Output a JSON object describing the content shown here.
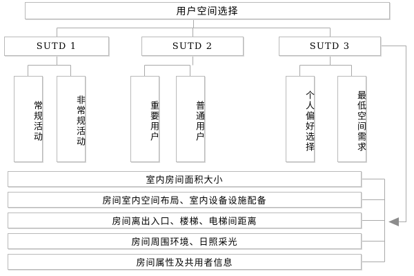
{
  "diagram": {
    "title": "用户空间选择",
    "type": "hierarchical-tree-flowchart",
    "root": {
      "label": "用户空间选择"
    },
    "branches": [
      {
        "label": "SUTD 1",
        "children": [
          {
            "label": "常规活动"
          },
          {
            "label": "非常规活动"
          }
        ]
      },
      {
        "label": "SUTD 2",
        "children": [
          {
            "label": "重要用户"
          },
          {
            "label": "普通用户"
          }
        ]
      },
      {
        "label": "SUTD 3",
        "children": [
          {
            "label": "个人偏好选择"
          },
          {
            "label": "最低空间需求"
          }
        ]
      }
    ],
    "attribute_rows": [
      {
        "label": "室内房间面积大小"
      },
      {
        "label": "房间室内空间布局、室内设备设施配备"
      },
      {
        "label": "房间离出入口、楼梯、电梯间距离"
      },
      {
        "label": "房间周围环境、日照采光"
      },
      {
        "label": "房间属性及共用者信息"
      }
    ],
    "colors": {
      "background": "#ffffff",
      "border": "#b9b9b9",
      "shadow": "#d8d8d8",
      "line": "#a8a8a8",
      "text": "#000000",
      "arrow": "#8c8c8c"
    }
  }
}
